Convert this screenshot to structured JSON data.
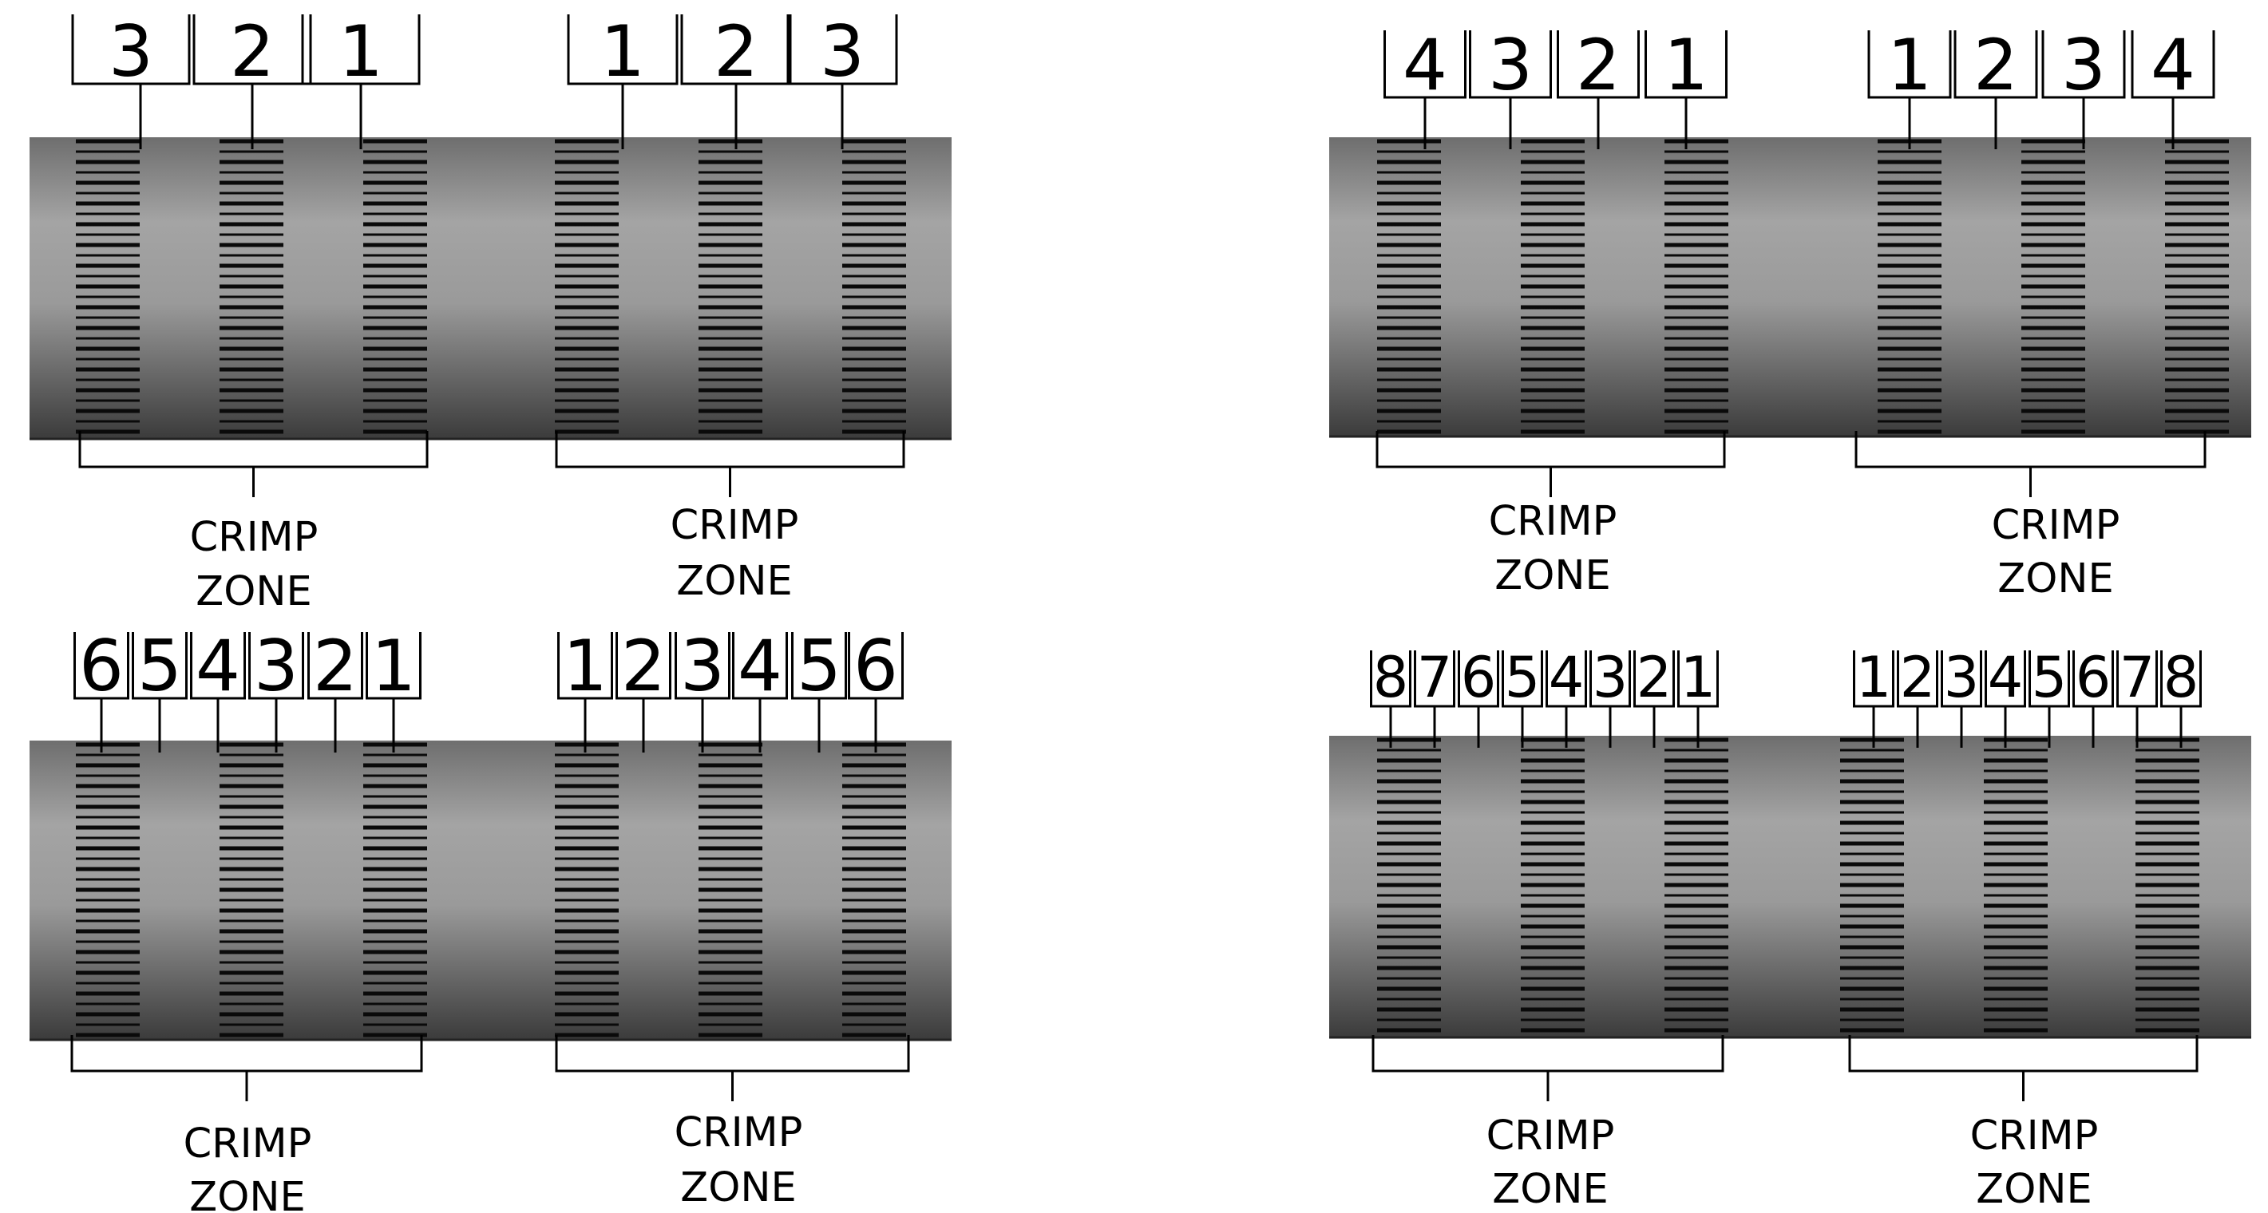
{
  "diagrams": [
    {
      "name": "three-position",
      "left_zone": {
        "labels": [
          "3",
          "2",
          "1"
        ],
        "line1": "CRIMP",
        "line2": "ZONE"
      },
      "right_zone": {
        "labels": [
          "1",
          "2",
          "3"
        ],
        "line1": "CRIMP",
        "line2": "ZONE"
      }
    },
    {
      "name": "four-position",
      "left_zone": {
        "labels": [
          "4",
          "3",
          "2",
          "1"
        ],
        "line1": "CRIMP",
        "line2": "ZONE"
      },
      "right_zone": {
        "labels": [
          "1",
          "2",
          "3",
          "4"
        ],
        "line1": "CRIMP",
        "line2": "ZONE"
      }
    },
    {
      "name": "six-position",
      "left_zone": {
        "labels": [
          "6",
          "5",
          "4",
          "3",
          "2",
          "1"
        ],
        "line1": "CRIMP",
        "line2": "ZONE"
      },
      "right_zone": {
        "labels": [
          "1",
          "2",
          "3",
          "4",
          "5",
          "6"
        ],
        "line1": "CRIMP",
        "line2": "ZONE"
      }
    },
    {
      "name": "eight-position",
      "left_zone": {
        "labels": [
          "8",
          "7",
          "6",
          "5",
          "4",
          "3",
          "2",
          "1"
        ],
        "line1": "CRIMP",
        "line2": "ZONE"
      },
      "right_zone": {
        "labels": [
          "1",
          "2",
          "3",
          "4",
          "5",
          "6",
          "7",
          "8"
        ],
        "line1": "CRIMP",
        "line2": "ZONE"
      }
    }
  ],
  "colors": {
    "cylinder_light": "#a8a8a8",
    "cylinder_dark": "#3a3a3a",
    "ink": "#000000"
  }
}
